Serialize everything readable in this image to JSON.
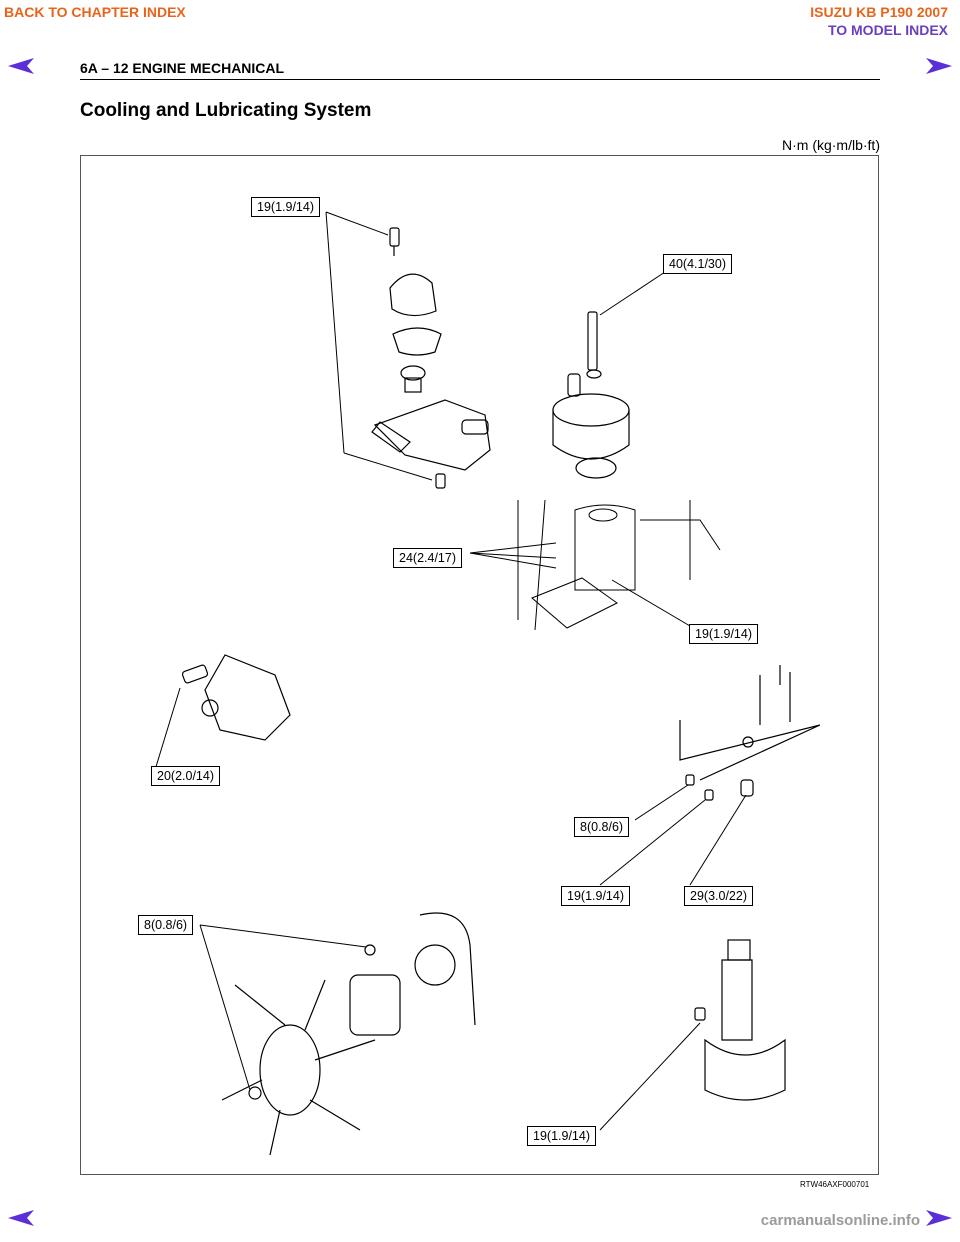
{
  "nav": {
    "back_to_chapter": "BACK TO CHAPTER INDEX",
    "model_title": "ISUZU KB P190 2007",
    "to_model_index": "TO MODEL INDEX"
  },
  "header": {
    "page_label": "6A – 12  ENGINE MECHANICAL"
  },
  "section": {
    "title": "Cooling and Lubricating System",
    "units": "N·m (kg·m/lb·ft)"
  },
  "callouts": [
    "19(1.9/14)",
    "40(4.1/30)",
    "24(2.4/17)",
    "19(1.9/14)",
    "20(2.0/14)",
    "8(0.8/6)",
    "19(1.9/14)",
    "29(3.0/22)",
    "8(0.8/6)",
    "19(1.9/14)"
  ],
  "figure_code": "RTW46AXF000701",
  "watermark": "carmanualsonline.info",
  "colors": {
    "nav_orange": "#e8641a",
    "nav_purple": "#6a3fbf",
    "arrow_purple": "#5b2fd6"
  }
}
